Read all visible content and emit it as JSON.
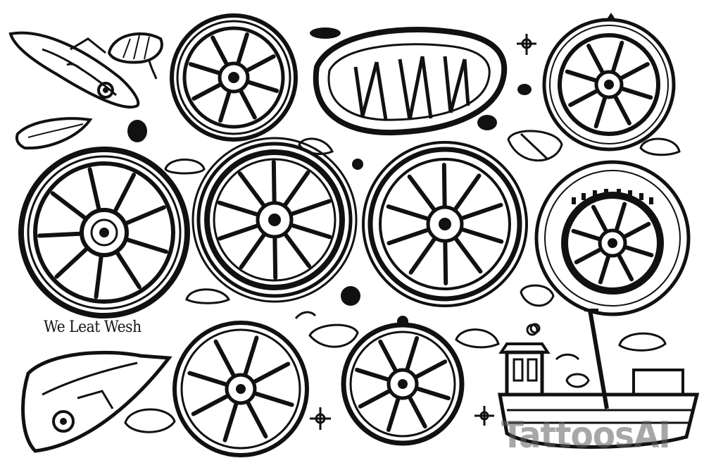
{
  "caption_text": "We Leat Wesh",
  "watermark_text": "TattoosAI",
  "palette": {
    "ink": "#111111",
    "paper": "#ffffff",
    "shade": "#6a6a6a",
    "watermark": "#5f5f5f"
  },
  "wheels": [
    {
      "name": "wheel-top-left",
      "spokes": 8
    },
    {
      "name": "wheel-top-right",
      "spokes": 8
    },
    {
      "name": "wheel-middle-1",
      "spokes": 9
    },
    {
      "name": "wheel-middle-2",
      "spokes": 10
    },
    {
      "name": "wheel-middle-3",
      "spokes": 10
    },
    {
      "name": "wheel-middle-4",
      "spokes": 8
    },
    {
      "name": "wheel-bottom-left",
      "spokes": 8
    },
    {
      "name": "wheel-bottom-right",
      "spokes": 8
    }
  ]
}
